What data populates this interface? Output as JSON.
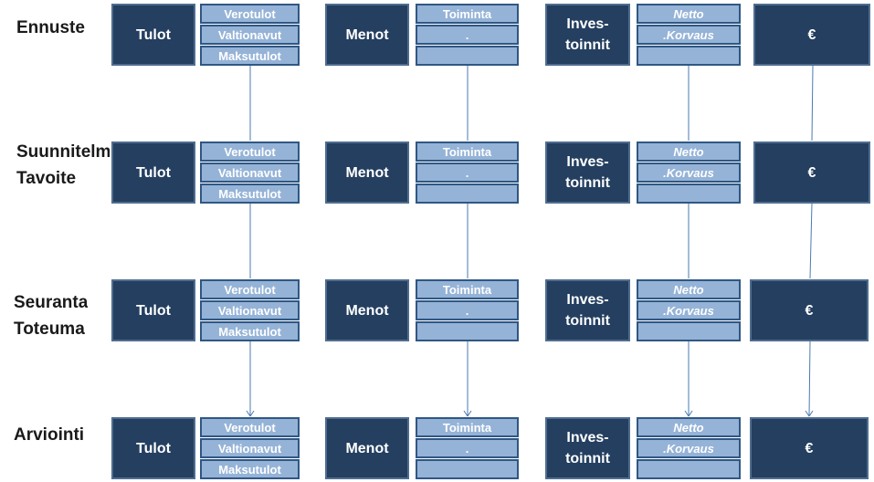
{
  "rows": [
    {
      "label_lines": [
        "Ennuste"
      ],
      "tulot": {
        "label": "Tulot",
        "items": [
          "Verotulot",
          "Valtionavut",
          "Maksutulot"
        ]
      },
      "menot": {
        "label": "Menot",
        "items": [
          "Toiminta",
          ".",
          ""
        ]
      },
      "investoinnit": {
        "label_lines": [
          "Inves-",
          "toinnit"
        ],
        "items": [
          "Netto",
          ".Korvaus",
          ""
        ]
      },
      "euro": {
        "label": "€"
      }
    },
    {
      "label_lines": [
        "Suunnitelm",
        "Tavoite"
      ],
      "tulot": {
        "label": "Tulot",
        "items": [
          "Verotulot",
          "Valtionavut",
          "Maksutulot"
        ]
      },
      "menot": {
        "label": "Menot",
        "items": [
          "Toiminta",
          ".",
          ""
        ]
      },
      "investoinnit": {
        "label_lines": [
          "Inves-",
          "toinnit"
        ],
        "items": [
          "Netto",
          ".Korvaus",
          ""
        ]
      },
      "euro": {
        "label": "€"
      }
    },
    {
      "label_lines": [
        "Seuranta",
        "Toteuma"
      ],
      "tulot": {
        "label": "Tulot",
        "items": [
          "Verotulot",
          "Valtionavut",
          "Maksutulot"
        ]
      },
      "menot": {
        "label": "Menot",
        "items": [
          "Toiminta",
          ".",
          ""
        ]
      },
      "investoinnit": {
        "label_lines": [
          "Inves-",
          "toinnit"
        ],
        "items": [
          "Netto",
          ".Korvaus",
          ""
        ]
      },
      "euro": {
        "label": "€"
      }
    },
    {
      "label_lines": [
        "Arviointi"
      ],
      "tulot": {
        "label": "Tulot",
        "items": [
          "Verotulot",
          "Valtionavut",
          "Maksutulot"
        ]
      },
      "menot": {
        "label": "Menot",
        "items": [
          "Toiminta",
          ".",
          ""
        ]
      },
      "investoinnit": {
        "label_lines": [
          "Inves-",
          "toinnit"
        ],
        "items": [
          "Netto",
          ".Korvaus",
          ""
        ]
      },
      "euro": {
        "label": "€"
      }
    }
  ],
  "colors": {
    "dark_box": "#243f60",
    "light_cell": "#95b3d7",
    "cell_border": "#2f5783",
    "connector": "#4a7ab0"
  }
}
